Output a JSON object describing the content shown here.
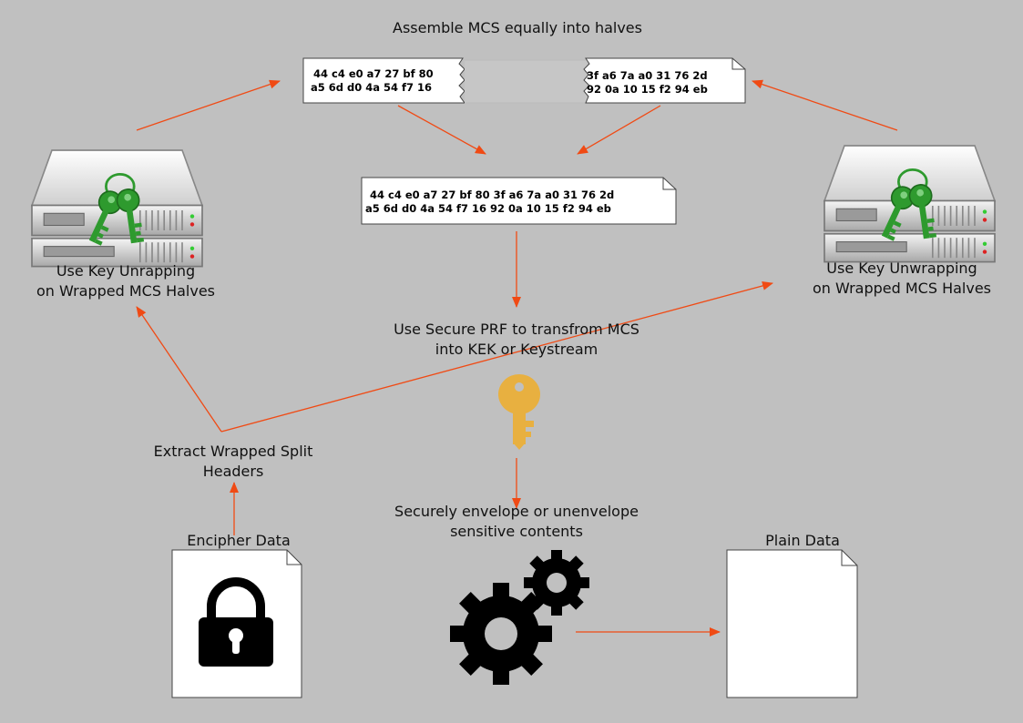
{
  "title": "Assemble MCS equally into halves",
  "hex": {
    "left_half": [
      "44 c4 e0 a7 27 bf 80",
      "a5 6d d0 4a 54 f7 16"
    ],
    "right_half": [
      "3f a6 7a a0 31 76 2d",
      "92 0a 10 15 f2 94 eb"
    ],
    "combined": [
      "44 c4 e0 a7 27 bf 80 3f a6 7a a0 31 76 2d",
      "a5 6d d0 4a 54 f7 16 92 0a 10 15 f2 94 eb"
    ]
  },
  "labels": {
    "left_server": [
      "Use Key Unrapping",
      "on Wrapped MCS Halves"
    ],
    "right_server": [
      "Use Key Unwrapping",
      "on Wrapped MCS Halves"
    ],
    "prf": [
      "Use Secure PRF to transfrom MCS",
      "into KEK or Keystream"
    ],
    "extract": [
      "Extract Wrapped Split",
      "Headers"
    ],
    "envelope": [
      "Securely envelope or unenvelope",
      "sensitive contents"
    ],
    "encipher": "Encipher Data",
    "plain": "Plain Data"
  },
  "colors": {
    "background": "#c0c0c0",
    "arrow": "#f04a14",
    "key_gold": "#e8b040",
    "key_green": "#2e9a2e"
  },
  "icons": [
    "server-icon",
    "key-icon",
    "lock-icon",
    "gears-icon",
    "document-icon"
  ]
}
